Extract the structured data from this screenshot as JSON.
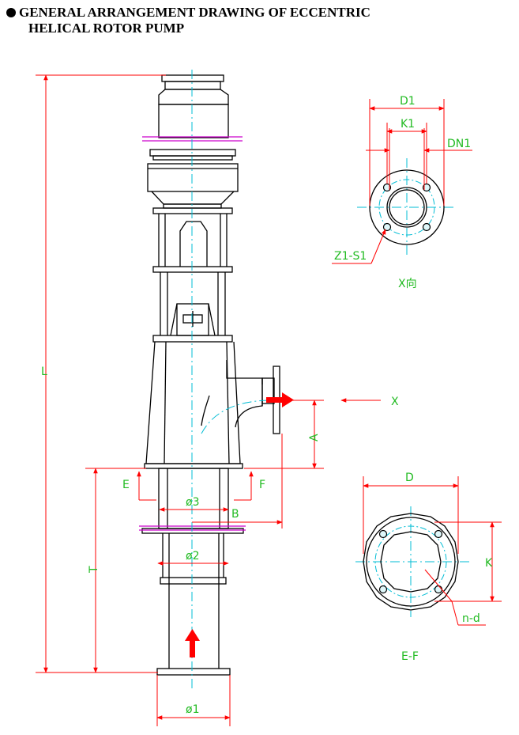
{
  "title": {
    "line1": "GENERAL ARRANGEMENT DRAWING OF ECCENTRIC",
    "line2": "HELICAL ROTOR PUMP"
  },
  "labels": {
    "L": "L",
    "A": "A",
    "X": "X",
    "E": "E",
    "F": "F",
    "B": "B",
    "T": "T",
    "phi3": "ø3",
    "phi2": "ø2",
    "phi1": "ø1",
    "D1": "D1",
    "K1": "K1",
    "DN1": "DN1",
    "Z1S1": "Z1-S1",
    "x_view": "X向",
    "D": "D",
    "K": "K",
    "nd": "n-d",
    "ef_view": "E-F"
  },
  "colors": {
    "outline": "#000000",
    "dimension": "#ff0000",
    "centerline": "#00bcd4",
    "text": "#22bb22",
    "flange": "#cc00cc",
    "arrow": "#ff0000"
  },
  "icons": {
    "flow_arrow": "red-arrow"
  }
}
